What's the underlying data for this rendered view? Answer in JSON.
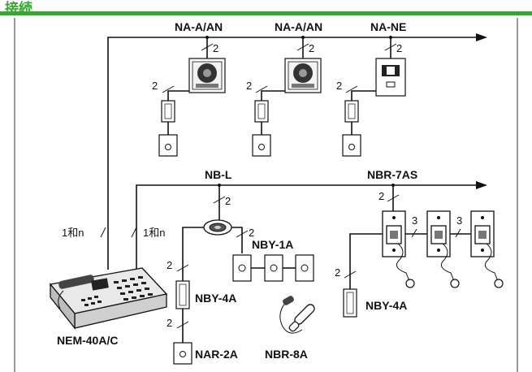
{
  "header": {
    "title": "接続",
    "accent_color": "#3aa535"
  },
  "top_line": {
    "devices": [
      {
        "name": "NA-A/AN",
        "count": "2",
        "drop_count": "2"
      },
      {
        "name": "NA-A/AN",
        "count": "2",
        "drop_count": "2"
      },
      {
        "name": "NA-NE",
        "count": "2",
        "drop_count": "2"
      }
    ]
  },
  "bottom_line": {
    "nb_label": "NB-L",
    "nb_count": "2",
    "nb_branch_count": "2",
    "nby1a_label": "NBY-1A",
    "nby4a_label": "NBY-4A",
    "nby4a_count": "2",
    "nar2a_label": "NAR-2A",
    "nar2a_count": "2",
    "nbr8a_label": "NBR-8A",
    "nbr7as_label": "NBR-7AS",
    "nbr7as_count": "2",
    "nbr7as_link1": "3",
    "nbr7as_link2": "3",
    "right_nby4a_label": "NBY-4A",
    "right_nby4a_count": "2"
  },
  "master": {
    "label": "NEM-40A/C",
    "line1": "1和n",
    "line2": "1和n"
  }
}
